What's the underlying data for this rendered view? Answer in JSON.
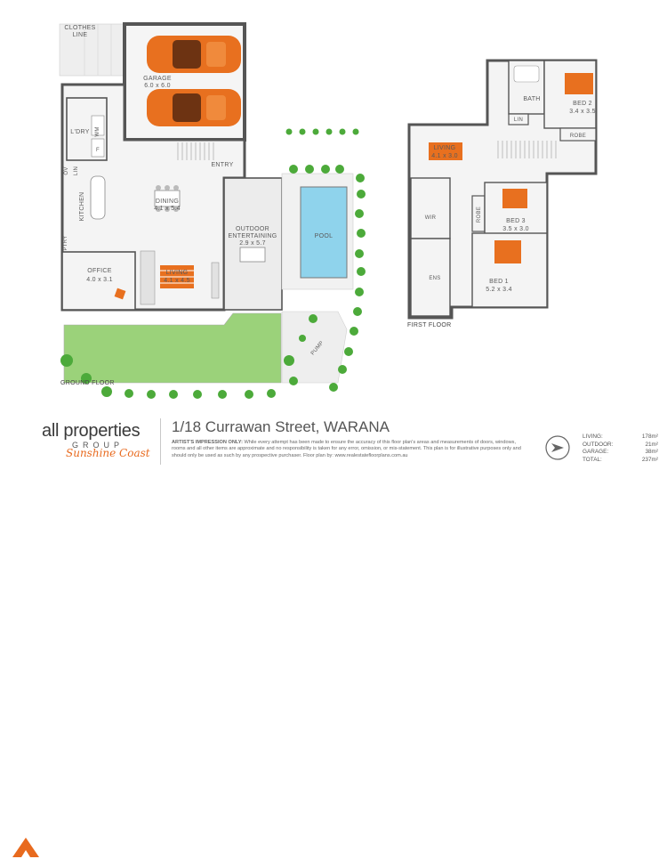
{
  "ground_floor": {
    "title": "GROUND FLOOR",
    "rooms": {
      "clothes_line_1": "CLOTHES",
      "clothes_line_2": "LINE",
      "garage_name": "GARAGE",
      "garage_dim": "6.0 x 6.0",
      "laundry": "L'DRY",
      "wm": "WM",
      "fridge": "F",
      "ov": "OV",
      "lin": "LIN",
      "entry": "ENTRY",
      "kitchen": "KITCHEN",
      "dining_name": "DINING",
      "dining_dim": "4.1 x 5.4",
      "pantry": "PTRY",
      "outdoor_1": "OUTDOOR",
      "outdoor_2": "ENTERTAINING",
      "outdoor_dim": "2.9 x 5.7",
      "pool": "POOL",
      "office_name": "OFFICE",
      "office_dim": "4.0 x 3.1",
      "living_name": "LIVING",
      "living_dim": "4.1 x 4.5",
      "pump": "PUMP"
    }
  },
  "first_floor": {
    "title": "FIRST FLOOR",
    "rooms": {
      "bath": "BATH",
      "bed2_name": "BED 2",
      "bed2_dim": "3.4 x 3.5",
      "lin": "LIN",
      "robe_top": "ROBE",
      "living_name": "LIVING",
      "living_dim": "4.1 x 3.0",
      "wir": "WIR",
      "robe_mid": "ROBE",
      "bed3_name": "BED 3",
      "bed3_dim": "3.5 x 3.0",
      "ens": "ENS",
      "bed1_name": "BED 1",
      "bed1_dim": "5.2 x 3.4"
    }
  },
  "brand": {
    "name": "all properties",
    "group": "GROUP",
    "tagline": "Sunshine Coast"
  },
  "address": "1/18 Currawan Street, WARANA",
  "disclaimer_lead": "ARTIST'S IMPRESSION ONLY:",
  "disclaimer": "While every attempt has been made to ensure the accuracy of this floor plan's areas and measurements of doors, windows, rooms and all other items are approximate and no responsibility is taken for any error, omission, or mis-statement. This plan is for illustrative purposes only and should only be used as such by any prospective purchaser. Floor plan by: www.realestatefloorplans.com.au",
  "areas": [
    {
      "label": "LIVING:",
      "value": "178m²"
    },
    {
      "label": "OUTDOOR:",
      "value": "21m²"
    },
    {
      "label": "GARAGE:",
      "value": "38m²"
    },
    {
      "label": "TOTAL:",
      "value": "237m²"
    }
  ],
  "colors": {
    "wall": "#555555",
    "floor": "#f3f3f3",
    "grass": "#9bd27a",
    "pool": "#8fd3ec",
    "accent": "#e86a1e",
    "tree": "#4caa3a"
  }
}
